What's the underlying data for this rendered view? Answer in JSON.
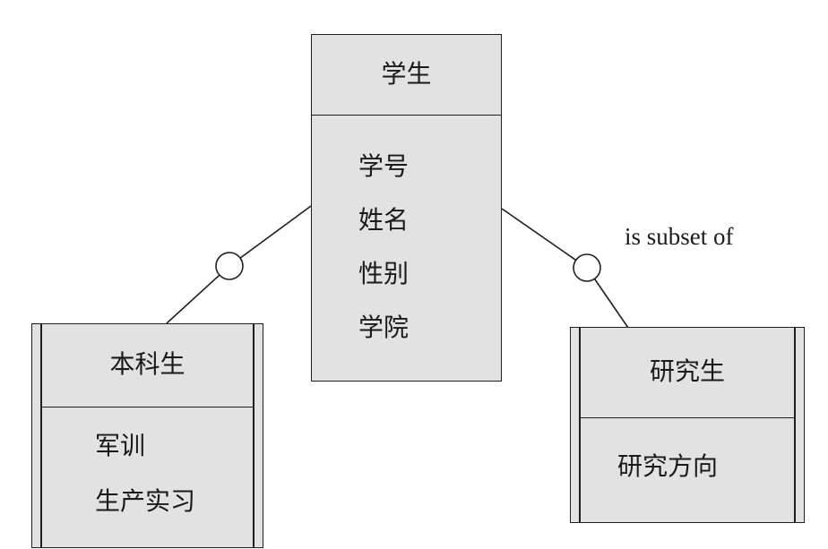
{
  "diagram": {
    "superclass": {
      "title": "学生",
      "attributes": [
        "学号",
        "姓名",
        "性别",
        "学院"
      ]
    },
    "subclasses": [
      {
        "title": "本科生",
        "attributes": [
          "军训",
          "生产实习"
        ]
      },
      {
        "title": "研究生",
        "attributes": [
          "研究方向"
        ]
      }
    ],
    "relation_label": "is subset of",
    "colors": {
      "box_fill": "#e2e2e2",
      "line": "#1f1f1f",
      "background": "#ffffff"
    }
  }
}
